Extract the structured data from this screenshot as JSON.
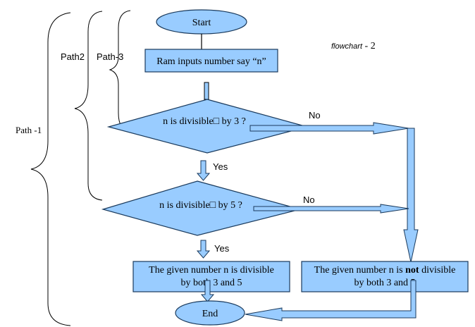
{
  "colors": {
    "fill": "#99CCFF",
    "stroke": "#1a3a5c",
    "line": "#000000"
  },
  "nodes": {
    "start": "Start",
    "input": "Ram inputs number say “n”",
    "decision1": "n is divisible□ by 3 ?",
    "decision2": "n is divisible□  by 5 ?",
    "yes_box": {
      "line1": "The given number n is divisible",
      "line2": "by both 3 and 5"
    },
    "no_box": {
      "line1_pre": "The given number n is ",
      "line1_bold": "not",
      "line1_post": " divisible",
      "line2": "by both 3 and 5"
    },
    "end": "End"
  },
  "edge_labels": {
    "no1": "No",
    "yes1": "Yes",
    "no2": "No",
    "yes2": "Yes"
  },
  "paths": {
    "path1": "Path -1",
    "path2": "Path2",
    "path3": "Path-3"
  },
  "caption": {
    "italic": "flowchart",
    "rest": " - 2"
  }
}
